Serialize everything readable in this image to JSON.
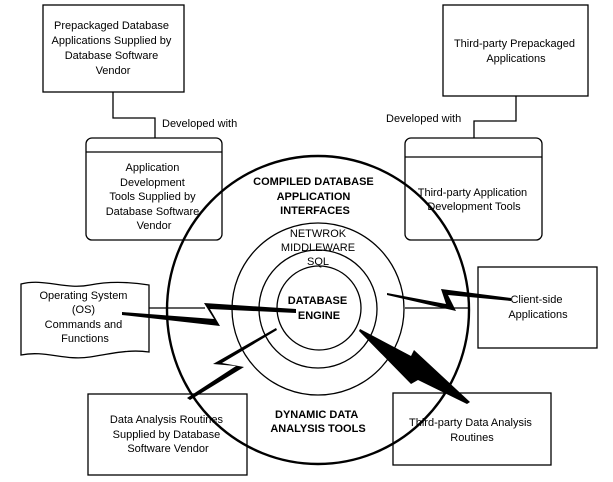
{
  "diagram": {
    "boxes": {
      "prepackaged_vendor": [
        "Prepackaged Database",
        "Applications Supplied by",
        "Database Software",
        "Vendor"
      ],
      "thirdparty_prepackaged": [
        "Third-party Prepackaged",
        "Applications"
      ],
      "app_dev_tools_vendor": [
        "Application",
        "Development",
        "Tools Supplied by",
        "Database Software",
        "Vendor"
      ],
      "thirdparty_dev_tools": [
        "Third-party Application",
        "Development Tools"
      ],
      "os_commands": [
        "Operating System",
        "(OS)",
        "Commands and",
        "Functions"
      ],
      "client_side": [
        "Client-side",
        "Applications"
      ],
      "data_analysis_vendor": [
        "Data Analysis Routines",
        "Supplied by Database",
        "Software Vendor"
      ],
      "thirdparty_data_analysis": [
        "Third-party Data Analysis",
        "Routines"
      ]
    },
    "connector_labels": {
      "left": "Developed with",
      "right": "Developed with"
    },
    "rings": {
      "outer_top": [
        "COMPILED DATABASE",
        "APPLICATION",
        "INTERFACES"
      ],
      "outer_bottom": [
        "DYNAMIC DATA",
        "ANALYSIS TOOLS"
      ],
      "network": "NETWROK",
      "middleware": "MIDDLEWARE",
      "sql": "SQL",
      "core": [
        "DATABASE",
        "ENGINE"
      ]
    },
    "connection_style": "lightning-bolt"
  }
}
